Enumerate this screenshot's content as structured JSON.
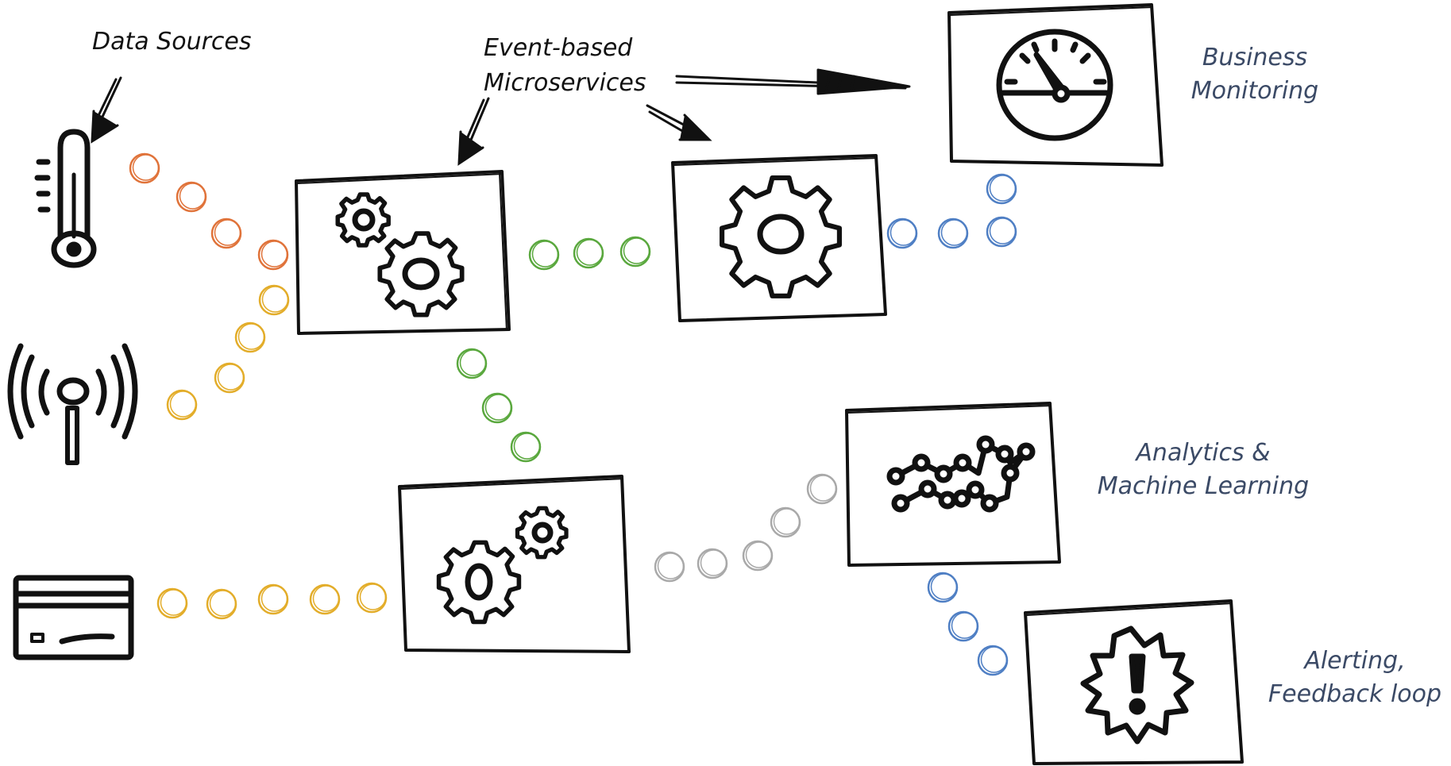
{
  "labels": {
    "data_sources": "Data Sources",
    "event_based": "Event-based",
    "microservices": "Microservices",
    "business_1": "Business",
    "business_2": "Monitoring",
    "analytics_1": "Analytics &",
    "analytics_2": "Machine Learning",
    "alerting_1": "Alerting,",
    "alerting_2": "Feedback loop"
  },
  "colors": {
    "orange": "#e0733a",
    "yellow": "#e3ad2a",
    "green": "#5aa83e",
    "blue": "#4f7fc4",
    "gray": "#a9a9a9",
    "ink": "#111111",
    "label_blue": "#3b4a66"
  },
  "icons": [
    "thermometer-icon",
    "antenna-icon",
    "card-reader-icon",
    "gears-icon",
    "gear-icon",
    "gauge-icon",
    "line-chart-icon",
    "alert-icon"
  ]
}
